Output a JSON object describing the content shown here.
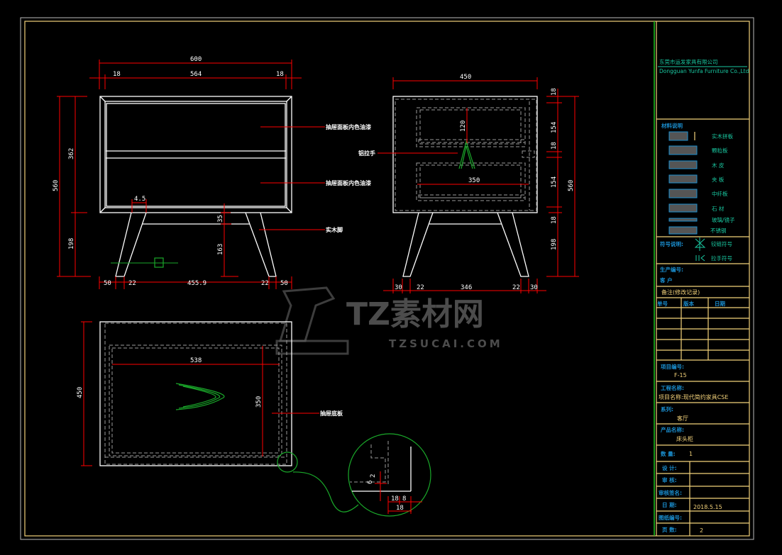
{
  "watermark": {
    "brand": "TZ素材网",
    "url": "TZSUCAI.COM"
  },
  "front_view": {
    "dims": {
      "total_width": "600",
      "side_left": "18",
      "inner_width": "564",
      "side_right": "18",
      "total_height": "560",
      "body_height": "362",
      "leg_height": "198",
      "leg_offset": "4.5",
      "stretcher": "35",
      "stretcher_height": "163",
      "bottom": [
        "50",
        "22",
        "455.9",
        "22",
        "50"
      ]
    },
    "labels": [
      "抽屉面板内色油漆",
      "抽屉面板内色油漆",
      "实木脚"
    ]
  },
  "side_view": {
    "dims": {
      "width": "450",
      "handle_offset": "120",
      "drawer_width": "350",
      "right": [
        "18",
        "154",
        "18",
        "154",
        "18",
        "198"
      ],
      "total_height": "560",
      "bottom": [
        "30",
        "22",
        "346",
        "22",
        "30"
      ]
    },
    "label": "铝拉手"
  },
  "top_view": {
    "dims": {
      "depth": "450",
      "inner_width": "538",
      "inner_depth": "350"
    },
    "label": "抽屉底板",
    "detail_dims": [
      "2",
      "6",
      "18",
      "8",
      "18"
    ]
  },
  "title_block": {
    "company_cn": "东莞市运发家具有限公司",
    "company_en": "Dongguan Yunfa Furniture Co.,Ltd",
    "materials_title": "材料说明",
    "materials": [
      "实木拼板",
      "颗粒板",
      "木 皮",
      "夹 板",
      "中纤板",
      "石 材",
      "玻璃/镜子",
      "不锈钢"
    ],
    "symbols_title": "符号说明:",
    "symbols": [
      "铰链符号",
      "拉手符号"
    ],
    "production_no_label": "生产编号:",
    "customer_label": "客      户",
    "revision_title": "备注(修改记录)",
    "revision_headers": [
      "单号",
      "版本",
      "日期"
    ],
    "project_no_label": "项目编号:",
    "project_no": "F-15",
    "project_name_label": "工程名称:",
    "project_name": "项目名称:现代简约家具CSE",
    "series_label": "系列:",
    "series": "客厅",
    "product_label": "产品名称:",
    "product": "床头柜",
    "quantity_label": "数 量:",
    "quantity": "1",
    "rows": [
      {
        "label": "设 计:",
        "value": ""
      },
      {
        "label": "审 核:",
        "value": ""
      },
      {
        "label": "审核签名:",
        "value": ""
      },
      {
        "label": "日 期:",
        "value": "2018.5.15"
      },
      {
        "label": "图纸编号:",
        "value": ""
      },
      {
        "label": "页 数:",
        "value": "2"
      }
    ]
  }
}
